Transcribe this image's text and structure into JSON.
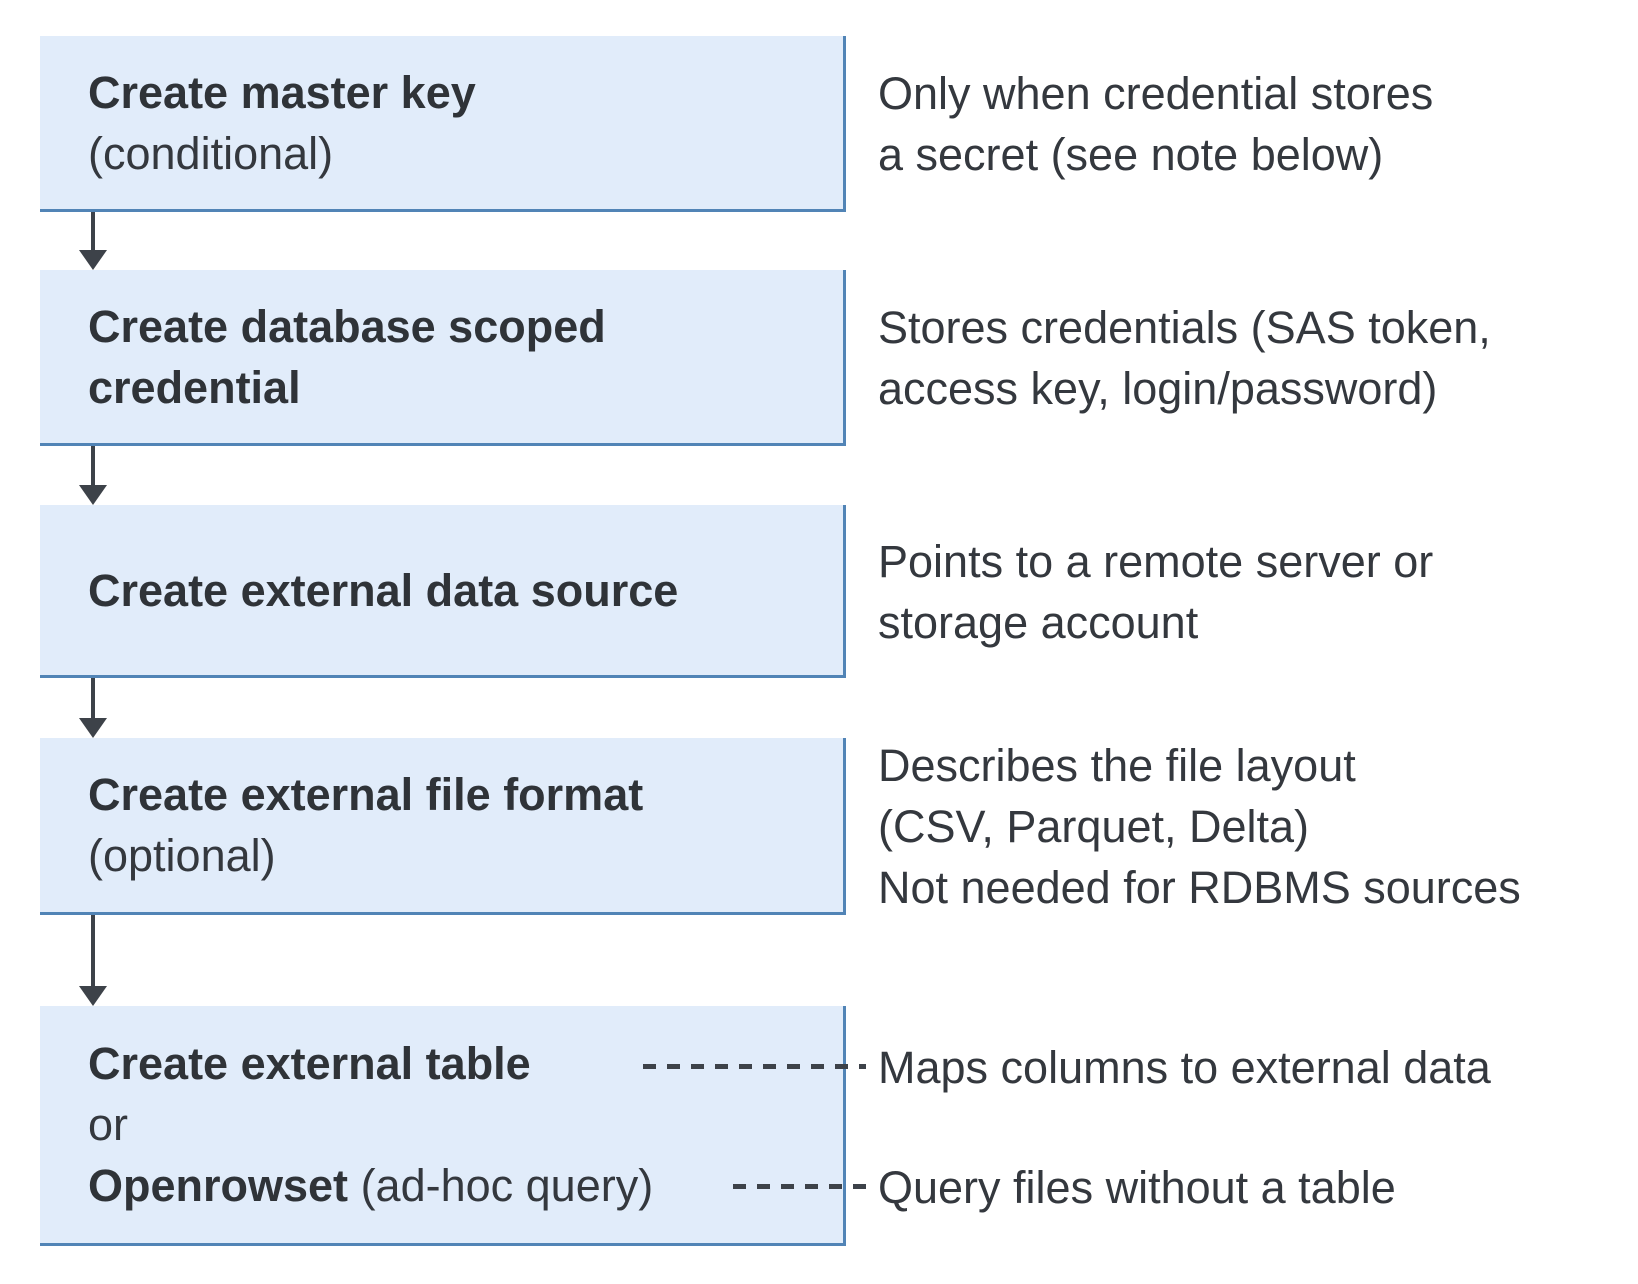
{
  "diagram": {
    "boxes": [
      {
        "title": "Create master key",
        "subtitle": "(conditional)"
      },
      {
        "title_line1": "Create database scoped",
        "title_line2": "credential"
      },
      {
        "title": "Create external data source"
      },
      {
        "title": "Create external file format",
        "subtitle": "(optional)"
      },
      {
        "line1": "Create external table",
        "line2": "or",
        "line3_bold": "Openrowset",
        "line3_regular": "(ad-hoc query)"
      }
    ],
    "notes": [
      {
        "lines": [
          "Only when credential stores",
          "a secret (see note below)"
        ]
      },
      {
        "lines": [
          "Stores credentials (SAS token,",
          "access key, login/password)"
        ]
      },
      {
        "lines": [
          "Points to a remote server or",
          "storage account"
        ]
      },
      {
        "lines": [
          "Describes the file layout",
          "(CSV, Parquet, Delta)",
          "Not needed for RDBMS sources"
        ]
      }
    ],
    "callouts": [
      {
        "label": "Maps columns to external data"
      },
      {
        "label": "Query files without a table"
      }
    ],
    "colors": {
      "box_fill": "#e1ecfa",
      "box_border": "#5184b6",
      "arrow_and_dash": "#3d4249",
      "text": "#34383e"
    }
  }
}
